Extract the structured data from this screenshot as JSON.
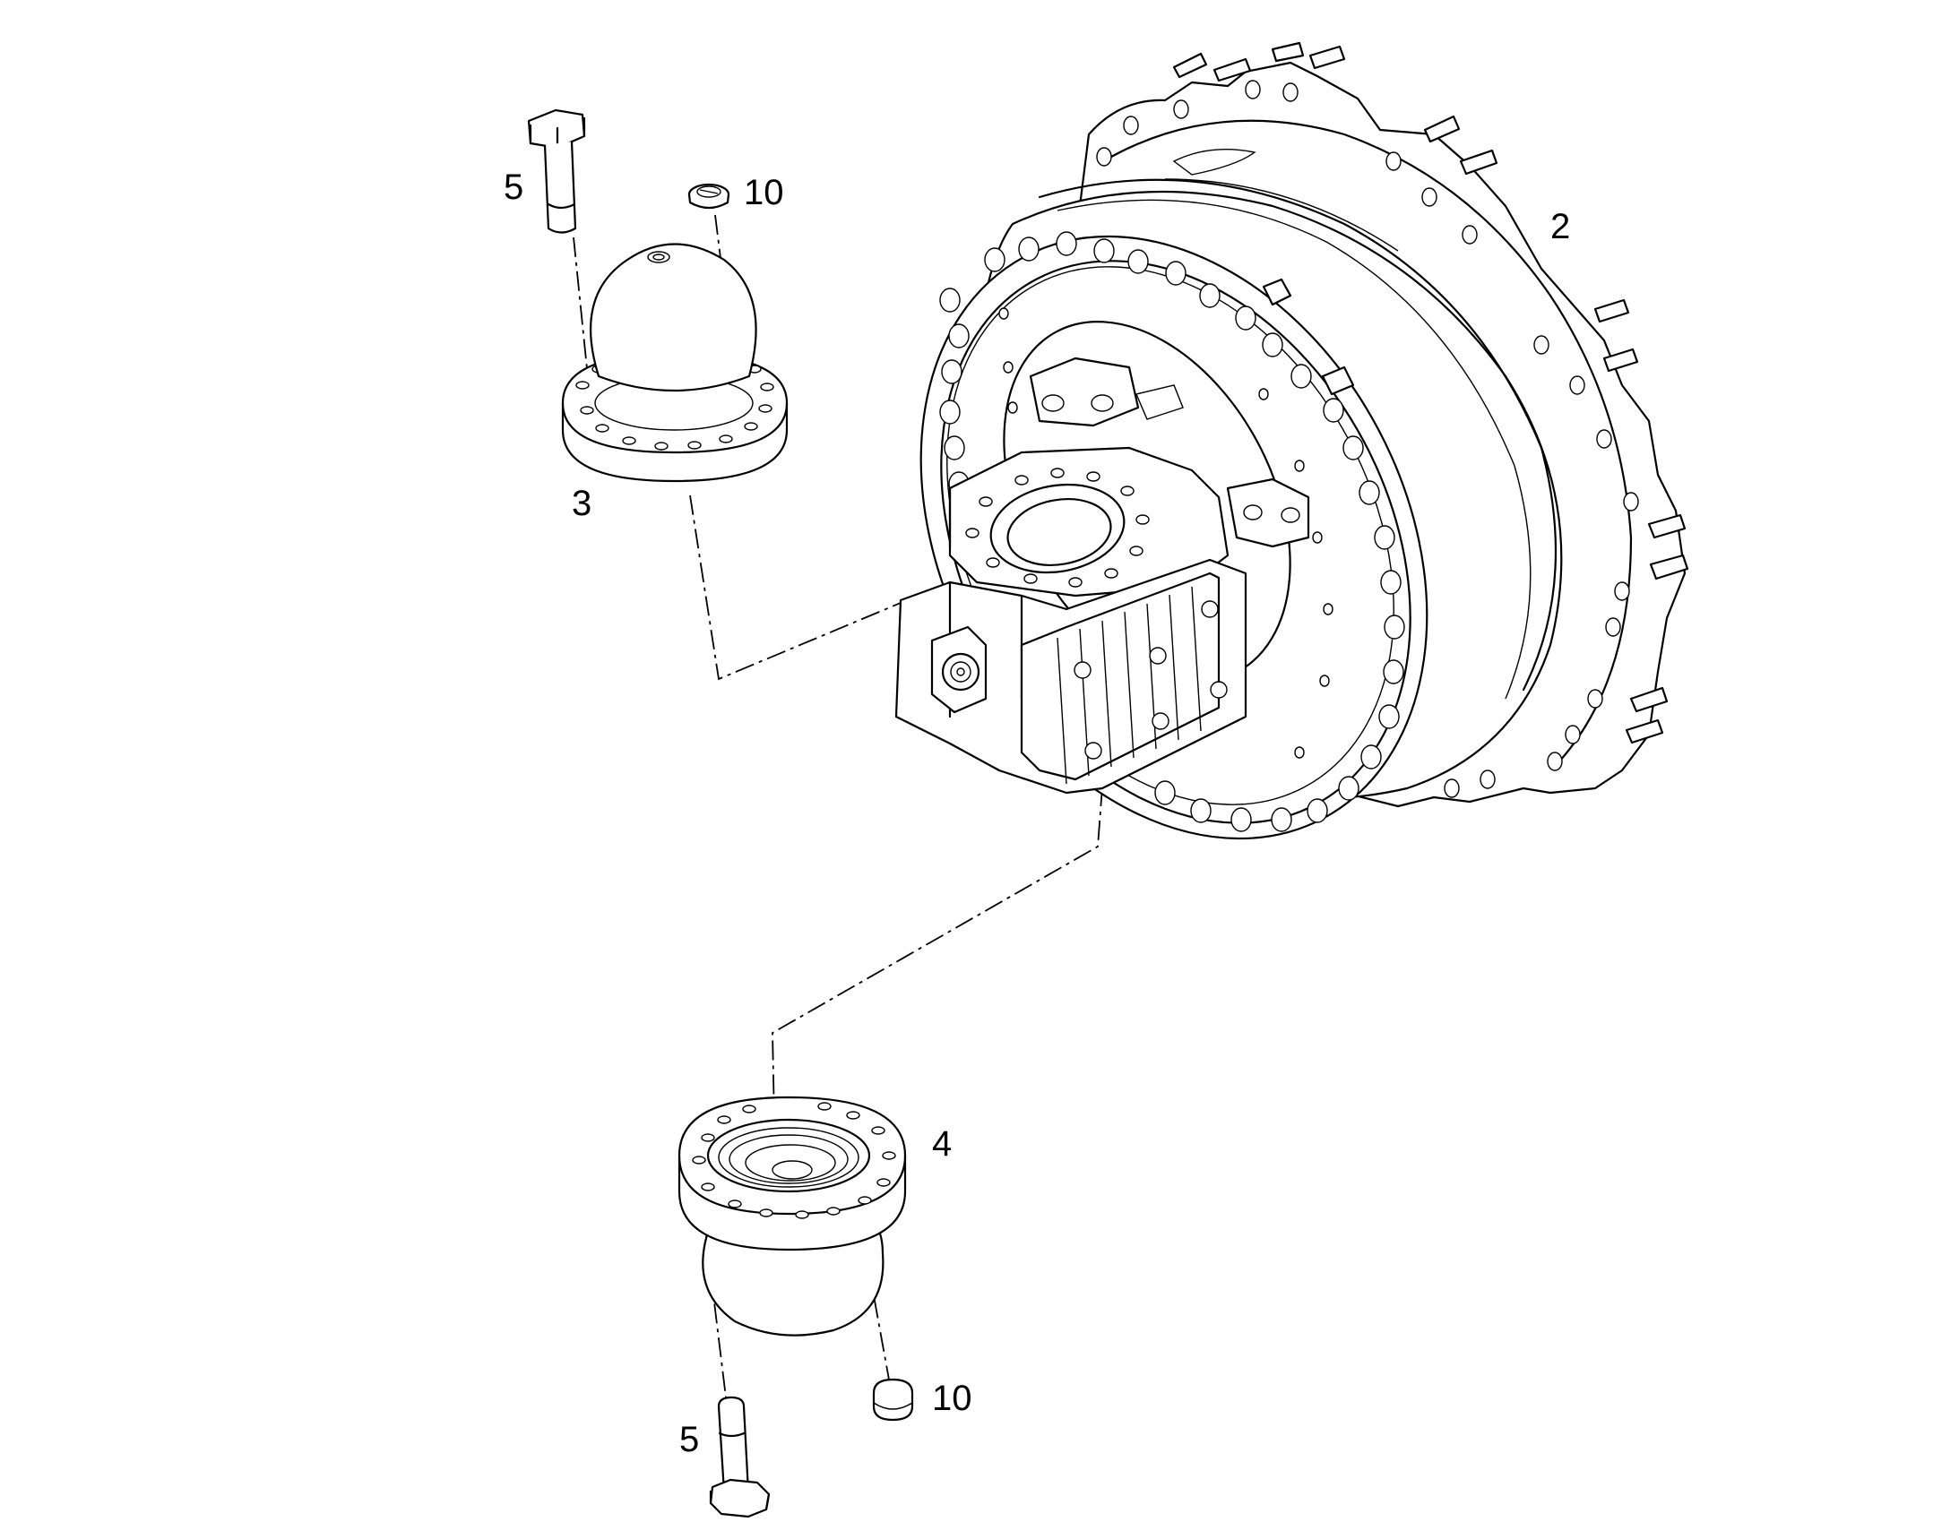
{
  "diagram": {
    "callouts": {
      "bolt_top": "5",
      "plug_top": "10",
      "hub_drive": "2",
      "cover_dome": "3",
      "cover_flange": "4",
      "plug_bottom": "10",
      "bolt_bottom": "5"
    },
    "colors": {
      "line": "#000000",
      "background": "#ffffff"
    }
  }
}
